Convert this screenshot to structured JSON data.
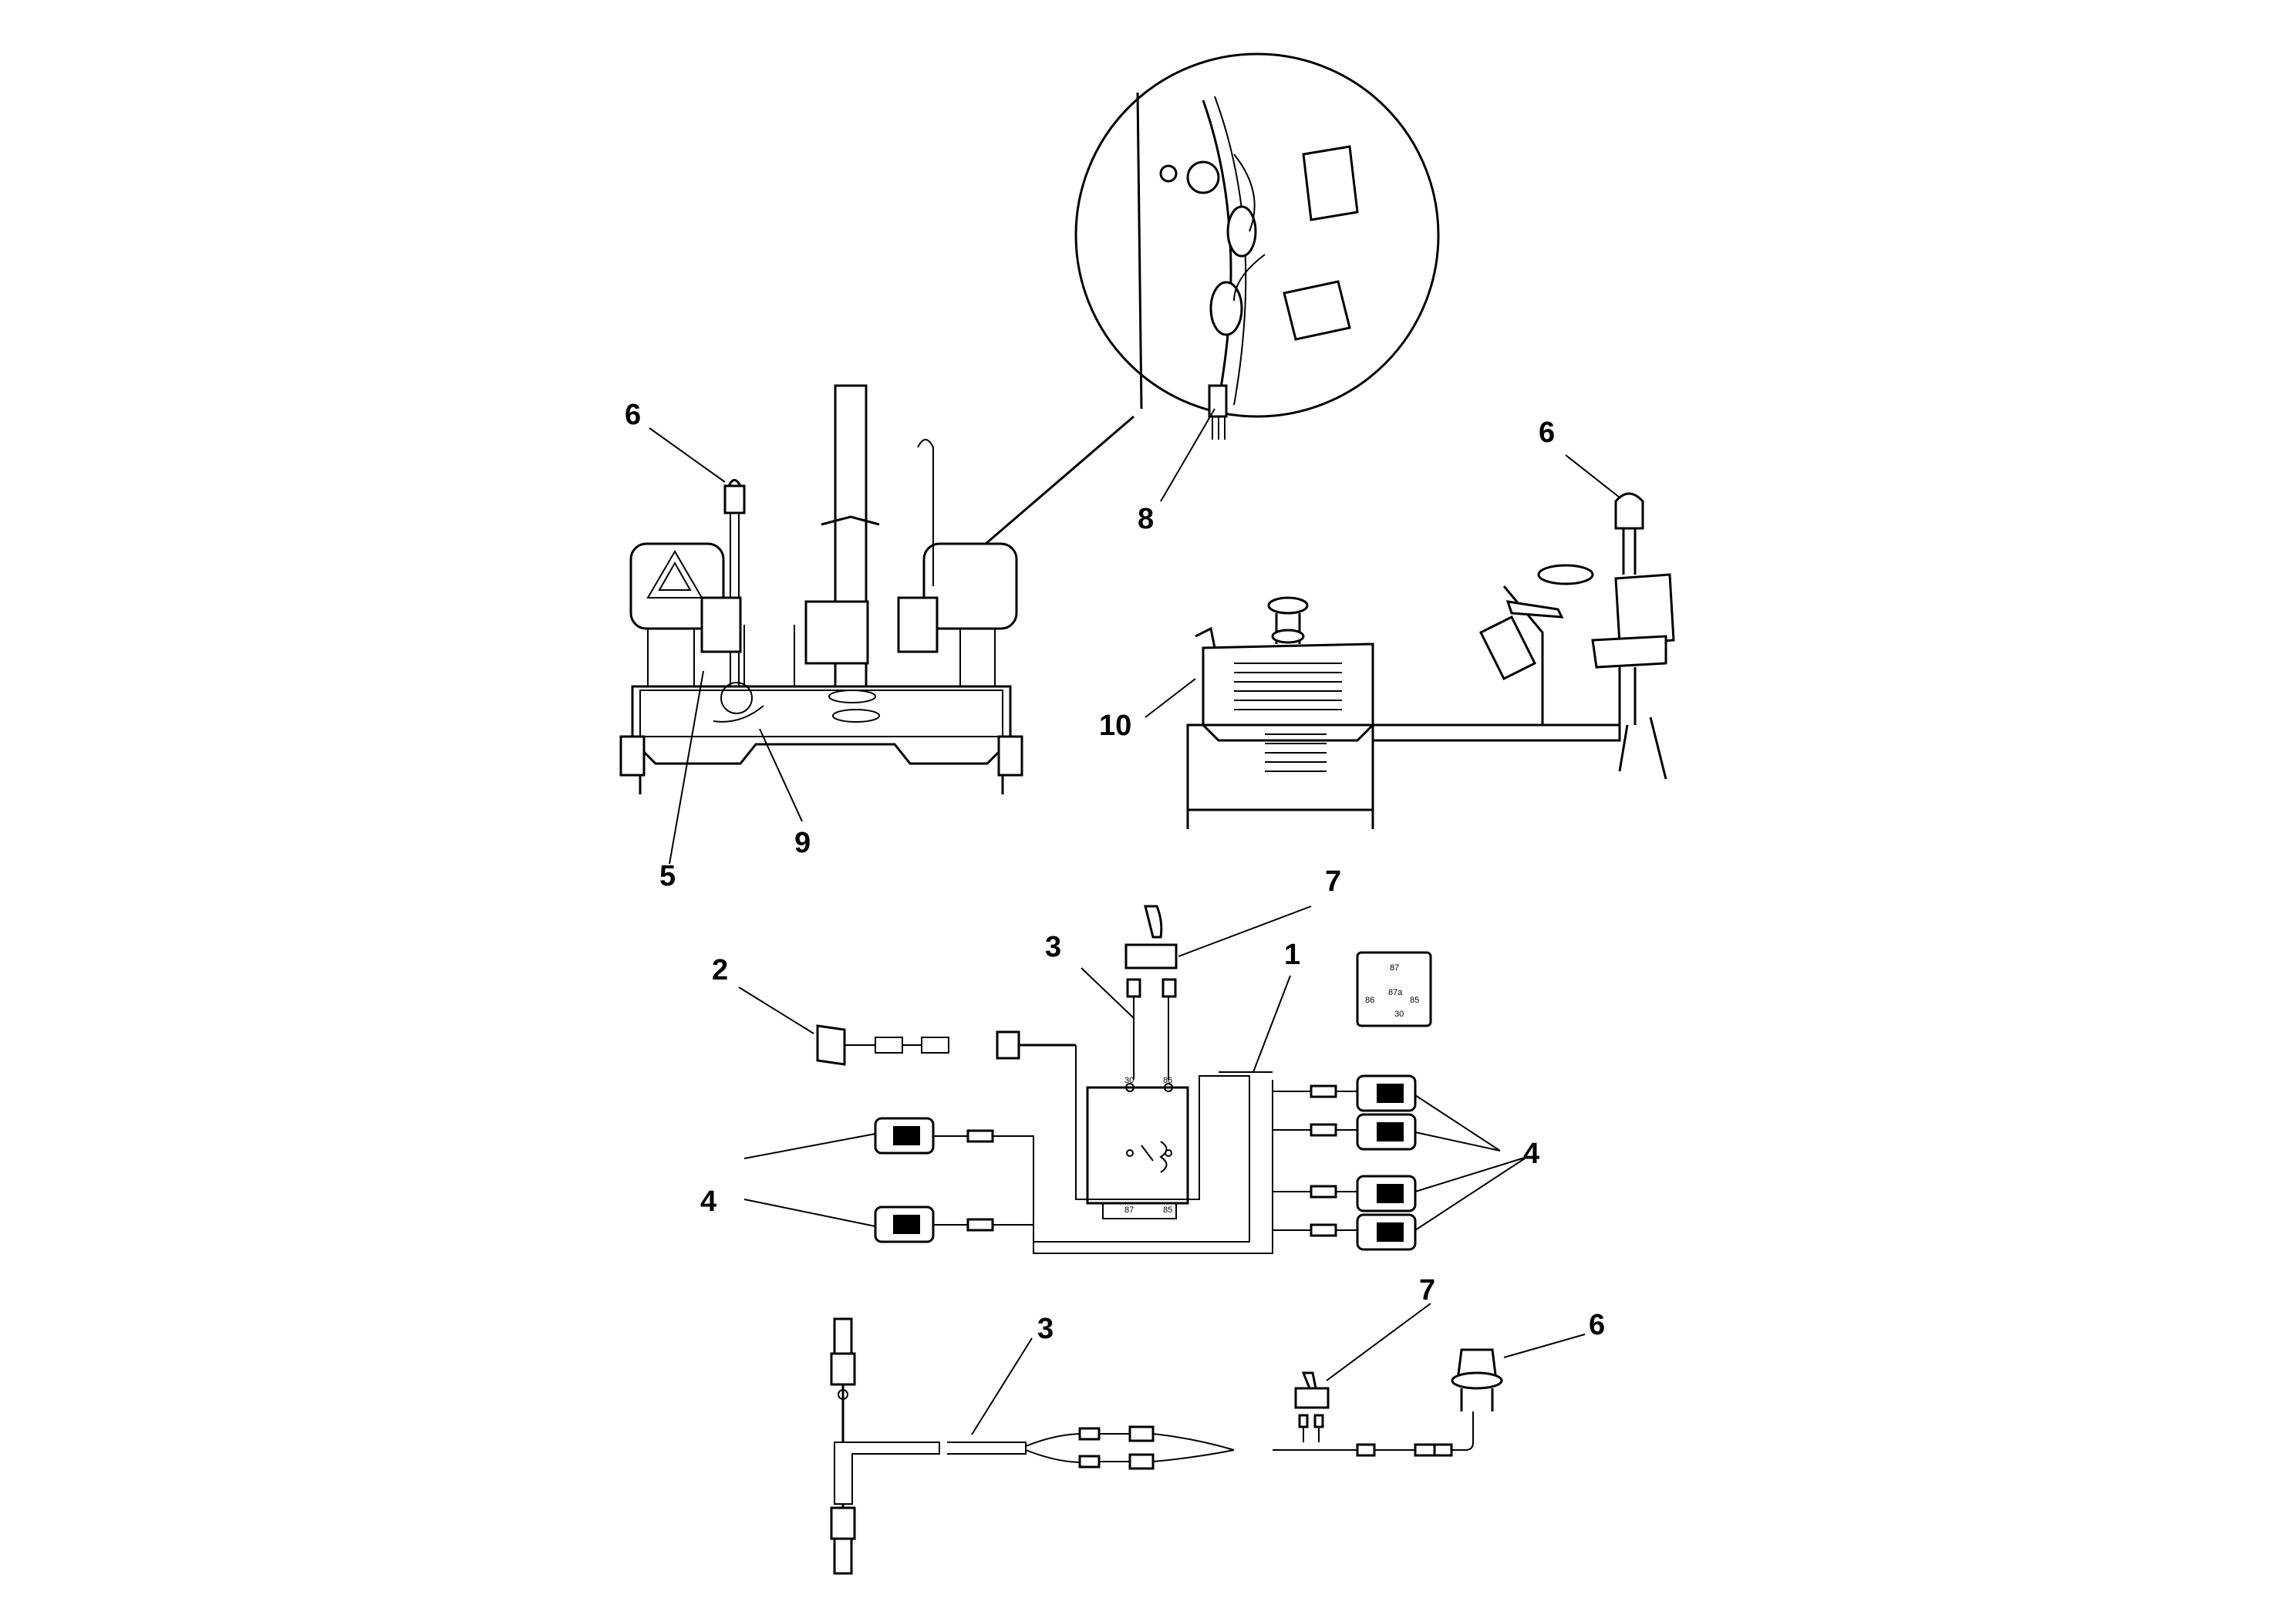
{
  "callouts": {
    "c1": "1",
    "c2": "2",
    "c3a": "3",
    "c3b": "3",
    "c4a": "4",
    "c4b": "4",
    "c5": "5",
    "c6a": "6",
    "c6b": "6",
    "c6c": "6",
    "c7a": "7",
    "c7b": "7",
    "c8": "8",
    "c9": "9",
    "c10": "10"
  },
  "relay_terminals": {
    "t30": "30",
    "t86": "86",
    "t87": "87",
    "t85": "85"
  },
  "relay_symbol": {
    "t87": "87",
    "t87a": "87a",
    "t86": "86",
    "t85": "85",
    "t30": "30"
  }
}
